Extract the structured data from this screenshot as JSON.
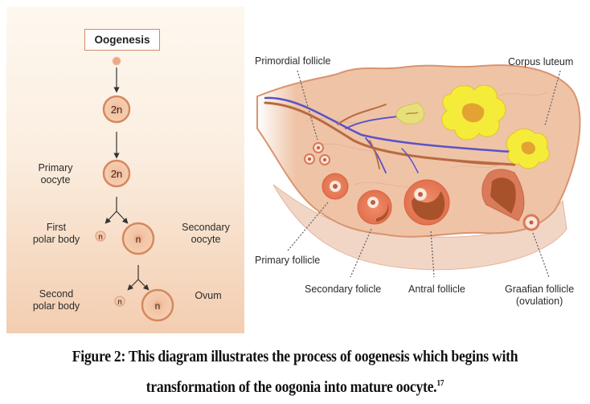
{
  "oogenesis": {
    "title": "Oogenesis",
    "stages": [
      {
        "id": "oogonium",
        "ploidy": ""
      },
      {
        "id": "oogonium-2n",
        "ploidy": "2n"
      },
      {
        "id": "primary-oocyte",
        "label_line1": "Primary",
        "label_line2": "oocyte",
        "ploidy": "2n"
      },
      {
        "id": "first-polar-body",
        "label_line1": "First",
        "label_line2": "polar body",
        "ploidy": "n"
      },
      {
        "id": "secondary-oocyte",
        "label_line1": "Secondary",
        "label_line2": "oocyte",
        "ploidy": "n"
      },
      {
        "id": "second-polar-body",
        "label_line1": "Second",
        "label_line2": "polar body",
        "ploidy": "n"
      },
      {
        "id": "ovum",
        "label_line1": "Ovum",
        "ploidy": "n"
      }
    ]
  },
  "ovary": {
    "labels": {
      "primordial": "Primordial follicle",
      "corpus_luteum": "Corpus luteum",
      "primary": "Primary follicle",
      "secondary": "Secondary folicle",
      "antral": "Antral follicle",
      "graafian_line1": "Graafian follicle",
      "graafian_line2": "(ovulation)"
    }
  },
  "caption": {
    "line1": "Figure 2: This diagram illustrates the process of oogenesis which begins with",
    "line2": "transformation of the oogonia into mature oocyte.",
    "ref": "17"
  },
  "colors": {
    "cell_fill": "#f3c09e",
    "cell_border": "#d5895f",
    "ovary_fill": "#efc3a6",
    "corpus_yellow": "#f5ec3a",
    "vein_blue": "#5a52c8",
    "artery_brown": "#b86a40"
  }
}
